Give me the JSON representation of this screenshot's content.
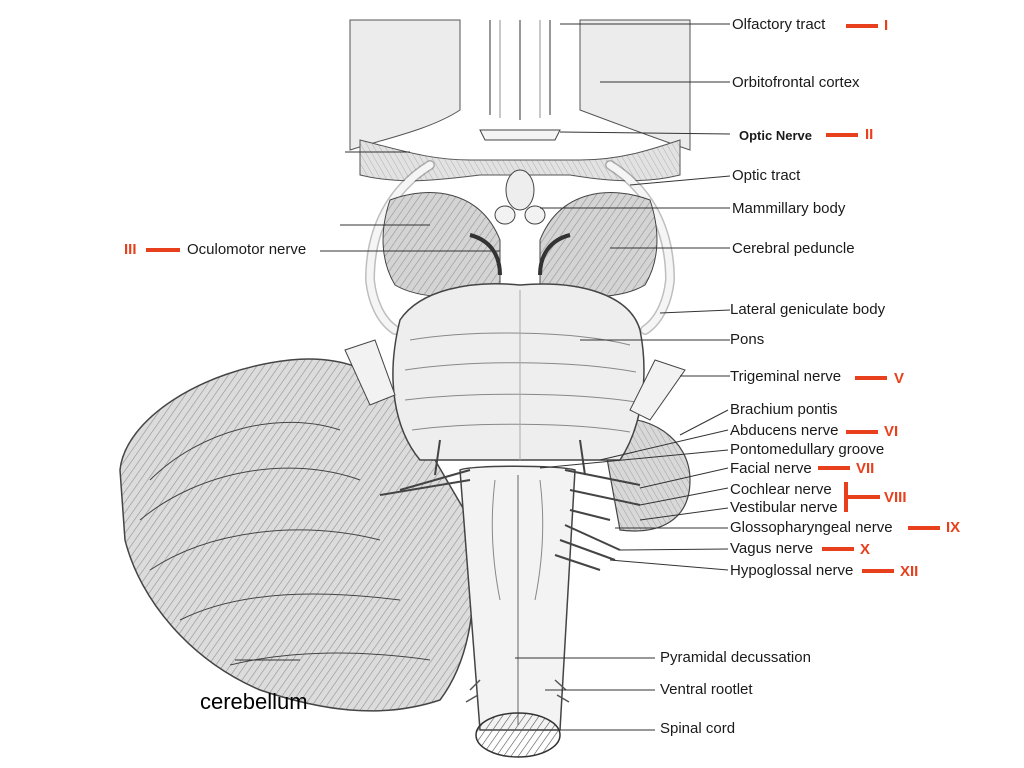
{
  "colors": {
    "numeral": "#e8401c",
    "line": "#333333",
    "tissue": "#e9e9e9",
    "shade": "#8a8a8a",
    "background": "#ffffff"
  },
  "labels": {
    "olfactory_tract": "Olfactory tract",
    "orbitofrontal_cortex": "Orbitofrontal cortex",
    "optic_nerve": "Optic Nerve",
    "optic_tract": "Optic tract",
    "mammillary_body": "Mammillary body",
    "oculomotor_nerve": "Oculomotor nerve",
    "cerebral_peduncle": "Cerebral peduncle",
    "lateral_geniculate_body": "Lateral geniculate body",
    "pons": "Pons",
    "trigeminal_nerve": "Trigeminal nerve",
    "brachium_pontis": "Brachium pontis",
    "abducens_nerve": "Abducens nerve",
    "pontomedullary_groove": "Pontomedullary groove",
    "facial_nerve": "Facial nerve",
    "cochlear_nerve": "Cochlear nerve",
    "vestibular_nerve": "Vestibular nerve",
    "glossopharyngeal_nerve": "Glossopharyngeal nerve",
    "vagus_nerve": "Vagus nerve",
    "hypoglossal_nerve": "Hypoglossal nerve",
    "pyramidal_decussation": "Pyramidal decussation",
    "ventral_rootlet": "Ventral rootlet",
    "spinal_cord": "Spinal cord",
    "cerebellum": "cerebellum"
  },
  "numerals": {
    "I": "I",
    "II": "II",
    "III": "III",
    "V": "V",
    "VI": "VI",
    "VII": "VII",
    "VIII": "VIII",
    "IX": "IX",
    "X": "X",
    "XII": "XII"
  }
}
